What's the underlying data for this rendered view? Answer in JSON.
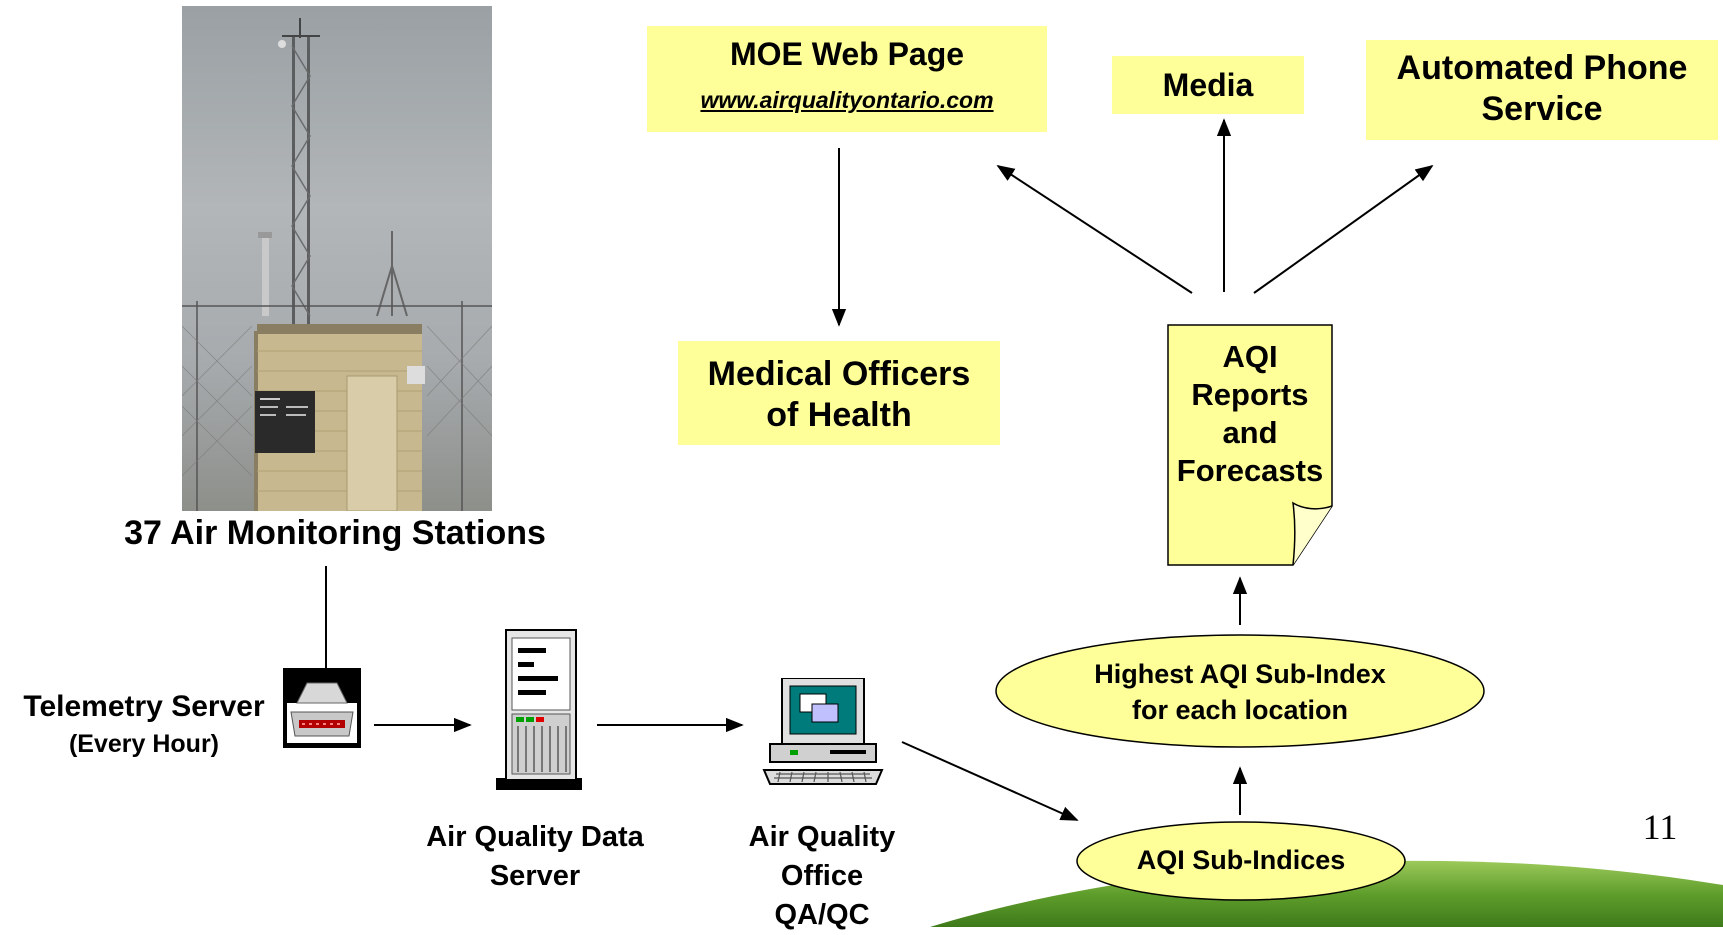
{
  "photo_caption": "37 Air Monitoring Stations",
  "moe_web": {
    "title": "MOE Web Page",
    "url": "www.airqualityontario.com"
  },
  "media": "Media",
  "phone": {
    "line1": "Automated Phone",
    "line2": "Service"
  },
  "medical": {
    "line1": "Medical Officers",
    "line2": "of Health"
  },
  "reports": {
    "line1": "AQI",
    "line2": "Reports",
    "line3": "and",
    "line4": "Forecasts"
  },
  "highest": {
    "line1": "Highest AQI Sub-Index",
    "line2": "for each location"
  },
  "subindices": "AQI Sub-Indices",
  "telemetry": {
    "title": "Telemetry Server",
    "sub": "(Every Hour)"
  },
  "data_server": {
    "line1": "Air Quality Data",
    "line2": "Server"
  },
  "office": {
    "line1": "Air Quality",
    "line2": "Office",
    "line3": "QA/QC"
  },
  "slide_number": "11",
  "colors": {
    "box_fill": "#ffff99",
    "ellipse_fill": "#ffff99",
    "hill_green": "#5a9a2a"
  }
}
